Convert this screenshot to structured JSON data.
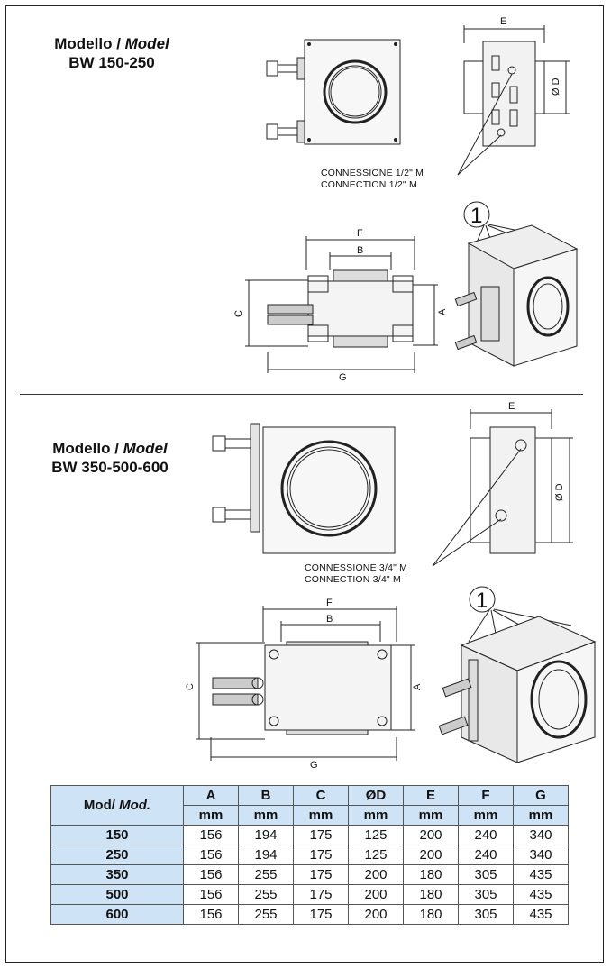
{
  "section1": {
    "title_prefix": "Modello / ",
    "title_italic": "Model",
    "model": "BW 150-250",
    "connection_it": "CONNESSIONE 1/2\" M",
    "connection_en": "CONNECTION 1/2\" M",
    "dims": {
      "E": "E",
      "D": "Ø D",
      "F": "F",
      "B": "B",
      "C": "C",
      "A": "A",
      "G": "G"
    },
    "callout": "1"
  },
  "section2": {
    "title_prefix": "Modello / ",
    "title_italic": "Model",
    "model": "BW 350-500-600",
    "connection_it": "CONNESSIONE 3/4\" M",
    "connection_en": "CONNECTION 3/4\" M",
    "dims": {
      "E": "E",
      "D": "Ø D",
      "F": "F",
      "B": "B",
      "C": "C",
      "A": "A",
      "G": "G"
    },
    "callout": "1"
  },
  "table": {
    "mod_label_prefix": "Mod/ ",
    "mod_label_italic": "Mod.",
    "columns": [
      "A",
      "B",
      "C",
      "ØD",
      "E",
      "F",
      "G"
    ],
    "units": [
      "mm",
      "mm",
      "mm",
      "mm",
      "mm",
      "mm",
      "mm"
    ],
    "rows": [
      {
        "model": "150",
        "values": [
          "156",
          "194",
          "175",
          "125",
          "200",
          "240",
          "340"
        ]
      },
      {
        "model": "250",
        "values": [
          "156",
          "194",
          "175",
          "125",
          "200",
          "240",
          "340"
        ]
      },
      {
        "model": "350",
        "values": [
          "156",
          "255",
          "175",
          "200",
          "180",
          "305",
          "435"
        ]
      },
      {
        "model": "500",
        "values": [
          "156",
          "255",
          "175",
          "200",
          "180",
          "305",
          "435"
        ]
      },
      {
        "model": "600",
        "values": [
          "156",
          "255",
          "175",
          "200",
          "180",
          "305",
          "435"
        ]
      }
    ]
  }
}
